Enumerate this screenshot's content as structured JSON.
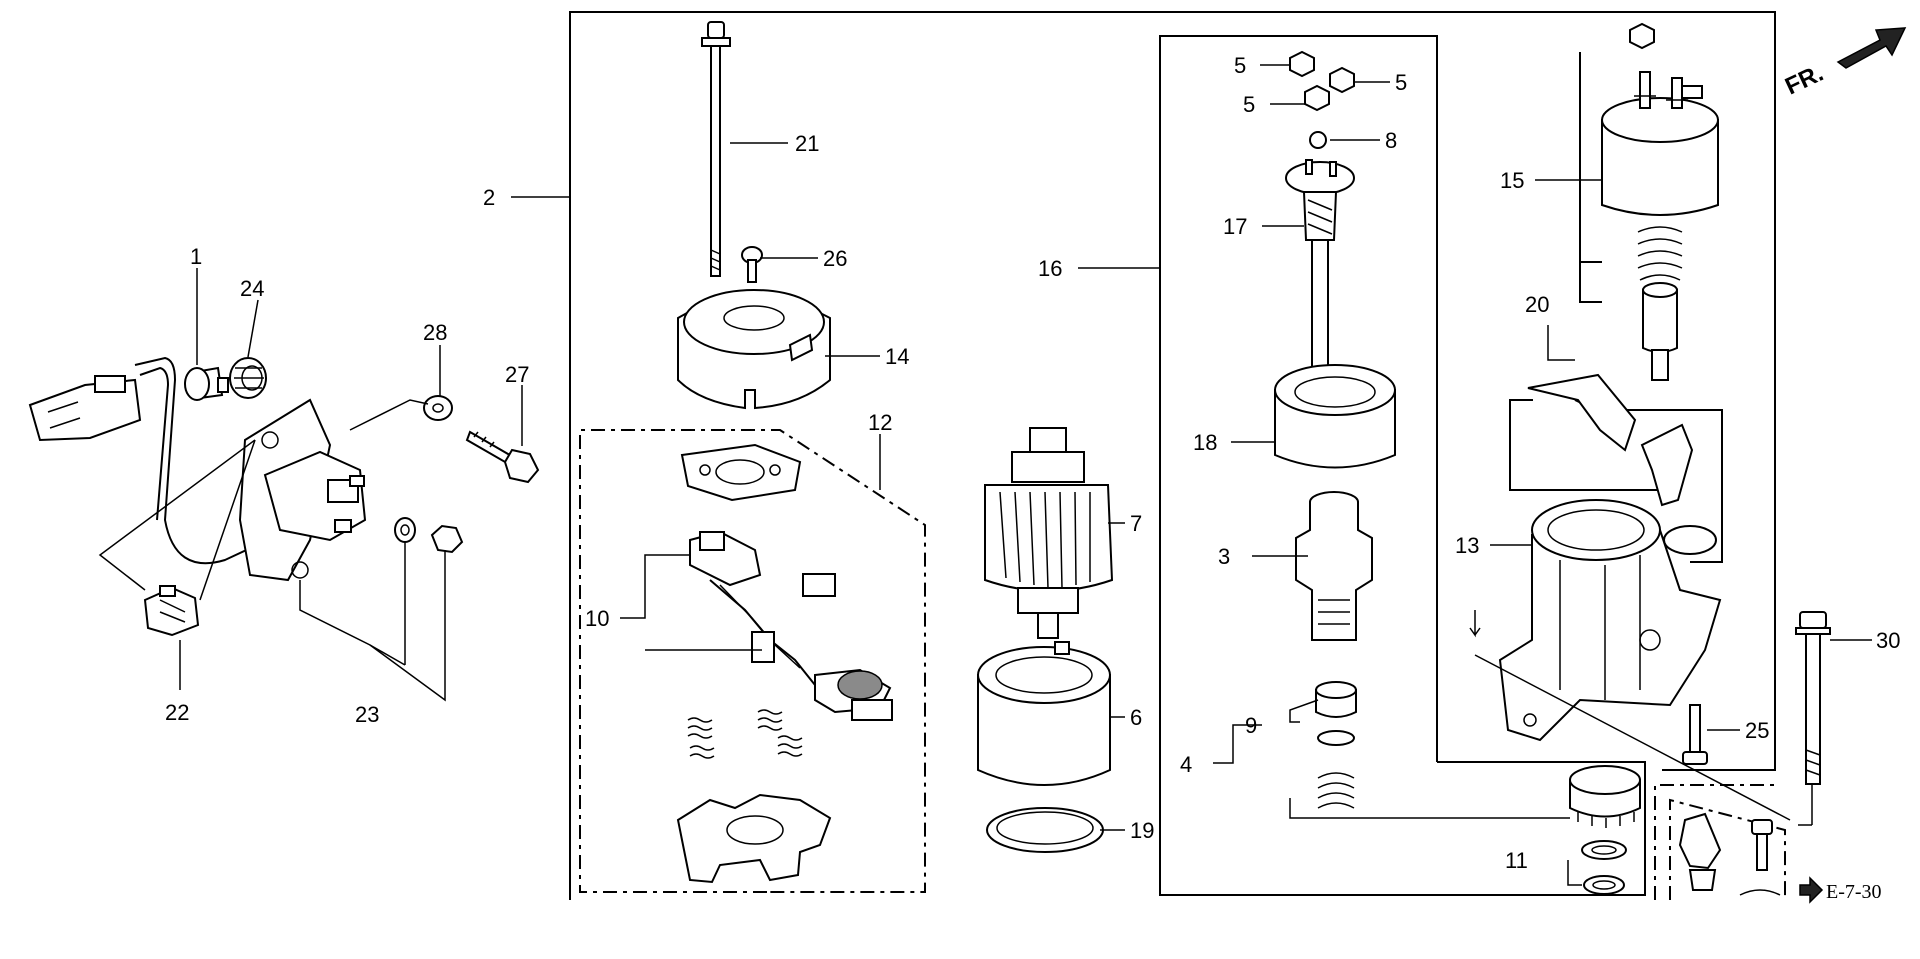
{
  "callouts": {
    "c1": "1",
    "c2": "2",
    "c3": "3",
    "c4": "4",
    "c5a": "5",
    "c5b": "5",
    "c5c": "5",
    "c6": "6",
    "c7": "7",
    "c8": "8",
    "c9": "9",
    "c10": "10",
    "c11": "11",
    "c12": "12",
    "c13": "13",
    "c14": "14",
    "c15": "15",
    "c16": "16",
    "c17": "17",
    "c18": "18",
    "c19": "19",
    "c20": "20",
    "c21": "21",
    "c22": "22",
    "c23": "23",
    "c24": "24",
    "c25": "25",
    "c26": "26",
    "c27": "27",
    "c28": "28",
    "c30": "30"
  },
  "front_label": "FR.",
  "ref_label": "E-7-30"
}
